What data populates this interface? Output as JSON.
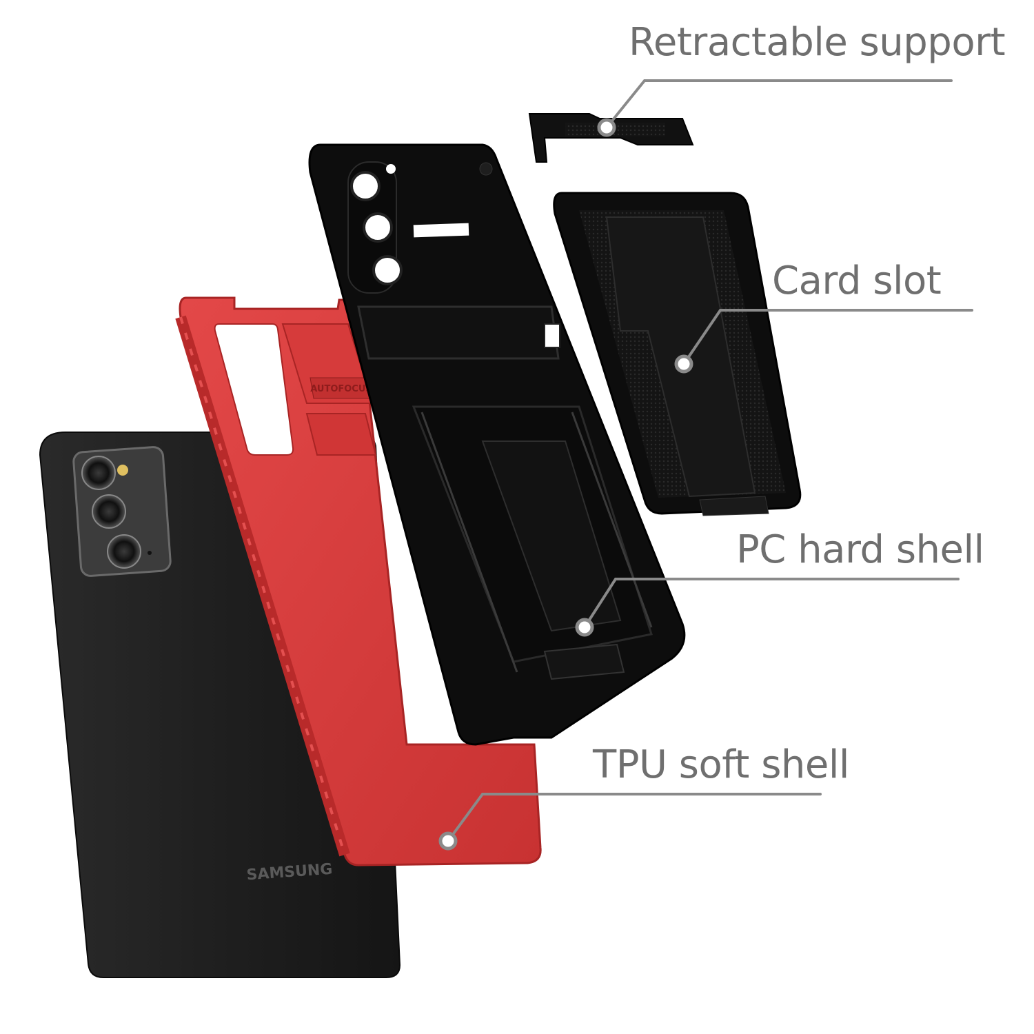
{
  "callouts": {
    "retractable_support": "Retractable support",
    "card_slot": "Card slot",
    "pc_hard_shell": "PC hard shell",
    "tpu_soft_shell": "TPU soft shell"
  },
  "embossed": {
    "autofocus": "AUTOFOCUS",
    "brand": "SAMSUNG"
  },
  "colors": {
    "callout_text": "#6f6f6f",
    "leader_line": "#8a8a8a",
    "tpu_red": "#d23a3a",
    "phone_black": "#1e1e1e",
    "case_black": "#0d0d0d"
  }
}
